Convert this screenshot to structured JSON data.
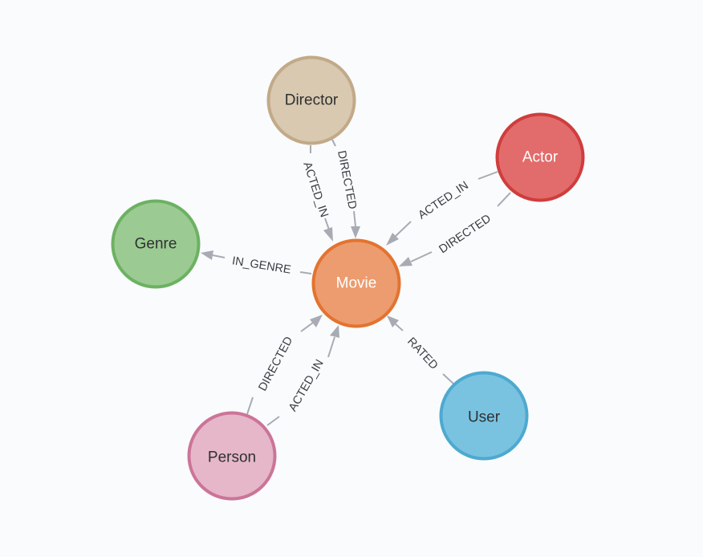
{
  "nodes": {
    "director": {
      "label": "Director",
      "fill": "#d8c9b0",
      "stroke": "#c2a988",
      "text": "#2f3033"
    },
    "actor": {
      "label": "Actor",
      "fill": "#e26c6b",
      "stroke": "#cf3d3c",
      "text": "#ffffff"
    },
    "genre": {
      "label": "Genre",
      "fill": "#9bcb92",
      "stroke": "#6db163",
      "text": "#2f3033"
    },
    "movie": {
      "label": "Movie",
      "fill": "#ec9c6f",
      "stroke": "#e3732f",
      "text": "#ffffff"
    },
    "person": {
      "label": "Person",
      "fill": "#e5b7c9",
      "stroke": "#cc7498",
      "text": "#2f3033"
    },
    "user": {
      "label": "User",
      "fill": "#79c3e1",
      "stroke": "#4ea9cf",
      "text": "#2f3033"
    }
  },
  "relationships": {
    "director_acted_in": "ACTED_IN",
    "director_directed": "DIRECTED",
    "actor_acted_in": "ACTED_IN",
    "actor_directed": "DIRECTED",
    "movie_in_genre": "IN_GENRE",
    "person_directed": "DIRECTED",
    "person_acted_in": "ACTED_IN",
    "user_rated": "RATED"
  }
}
